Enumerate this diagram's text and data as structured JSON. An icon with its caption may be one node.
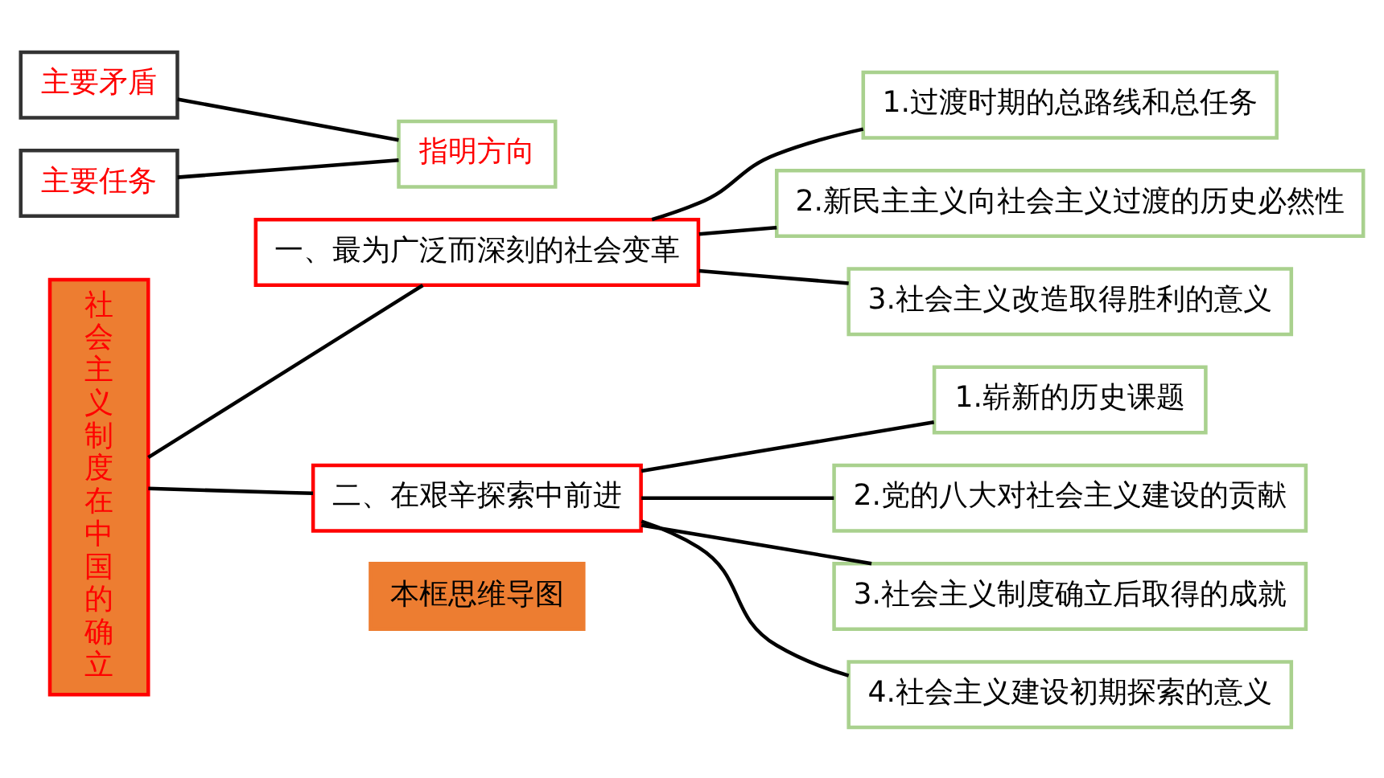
{
  "diagram": {
    "nodes": [
      {
        "text": [
          "本框思维导图"
        ]
      },
      {
        "text": [
          "社会主义制度在中国的确立"
        ]
      },
      {
        "text": [
          "一、最为广泛而深刻的社会变革"
        ]
      },
      {
        "text": [
          "1.过渡时期的总路线和总任务"
        ]
      },
      {
        "text": [
          "2.新民主主义向社会主义过渡的历史必然性"
        ]
      },
      {
        "text": [
          "3.社会主义改造取得胜利的意义"
        ]
      },
      {
        "text": [
          "二、在艰辛探索中前进"
        ]
      },
      {
        "text": [
          "1.崭新的历史课题"
        ]
      },
      {
        "text": [
          "2.党的八大对社会主义建设的贡献"
        ]
      },
      {
        "text": [
          "主要矛盾"
        ]
      },
      {
        "text": [
          "主要任务"
        ]
      },
      {
        "text": [
          "指明方向"
        ]
      },
      {
        "text": [
          "3.社会主义制度确立后取得的成就"
        ]
      },
      {
        "text": [
          "4.社会主义建设初期探索的意义"
        ]
      }
    ],
    "edges": [
      {
        "from": 1,
        "to": 2,
        "arrow": "none"
      },
      {
        "from": 1,
        "to": 6,
        "arrow": "none"
      },
      {
        "from": 2,
        "to": 3,
        "arrow": "none"
      },
      {
        "from": 2,
        "to": 4,
        "arrow": "none"
      },
      {
        "from": 2,
        "to": 5,
        "arrow": "none"
      },
      {
        "from": 6,
        "to": 7,
        "arrow": "none"
      },
      {
        "from": 6,
        "to": 8,
        "arrow": "none"
      },
      {
        "from": 6,
        "to": 12,
        "arrow": "none"
      },
      {
        "from": 6,
        "to": 13,
        "arrow": "none"
      },
      {
        "from": 9,
        "to": 11,
        "arrow": "none"
      },
      {
        "from": 10,
        "to": 11,
        "arrow": "none"
      }
    ]
  }
}
